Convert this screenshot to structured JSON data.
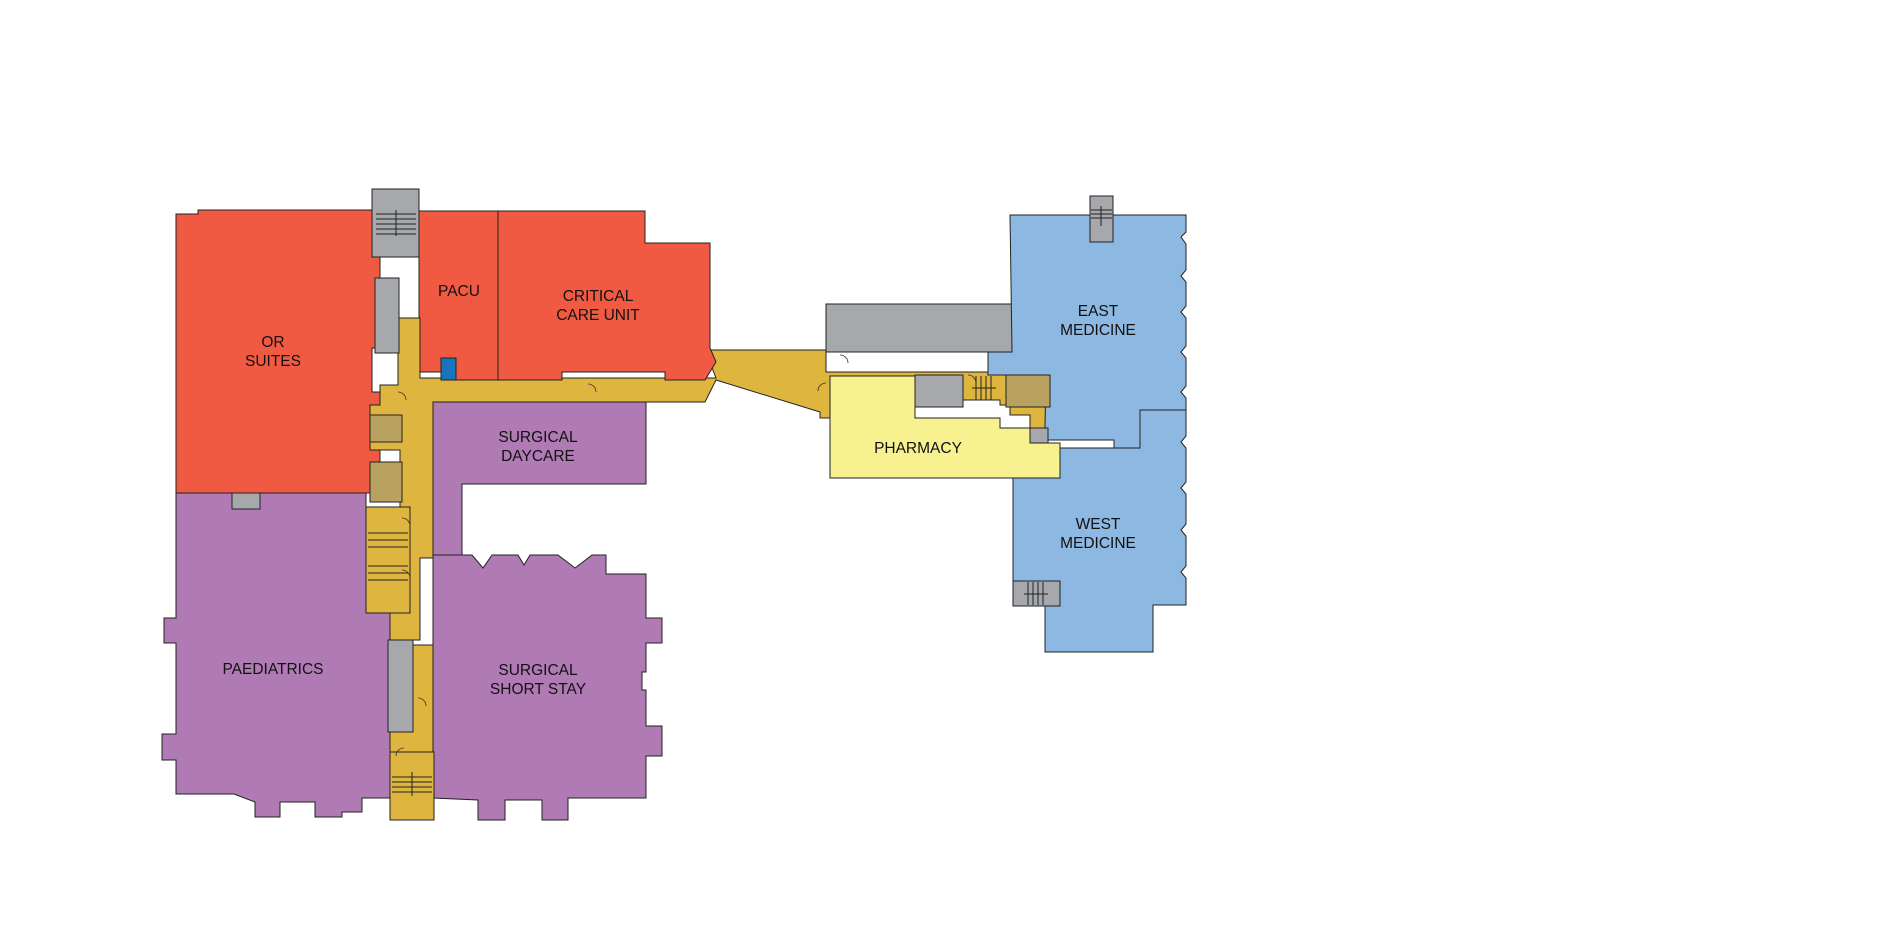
{
  "colors": {
    "surgical": "#f15a42",
    "paediatric_surgical": "#b07ab5",
    "medicine": "#8cb8e2",
    "pharmacy": "#f7f190",
    "corridor": "#deb63f",
    "service": "#a7a8ab",
    "elevator": "#b9a260",
    "marker": "#1a74bb"
  },
  "rooms": {
    "or_suites": {
      "line1": "OR",
      "line2": "SUITES"
    },
    "pacu": {
      "line1": "PACU"
    },
    "critical_care": {
      "line1": "CRITICAL",
      "line2": "CARE UNIT"
    },
    "surgical_daycare": {
      "line1": "SURGICAL",
      "line2": "DAYCARE"
    },
    "paediatrics": {
      "line1": "PAEDIATRICS"
    },
    "surgical_short_stay": {
      "line1": "SURGICAL",
      "line2": "SHORT STAY"
    },
    "pharmacy": {
      "line1": "PHARMACY"
    },
    "east_medicine": {
      "line1": "EAST",
      "line2": "MEDICINE"
    },
    "west_medicine": {
      "line1": "WEST",
      "line2": "MEDICINE"
    }
  }
}
